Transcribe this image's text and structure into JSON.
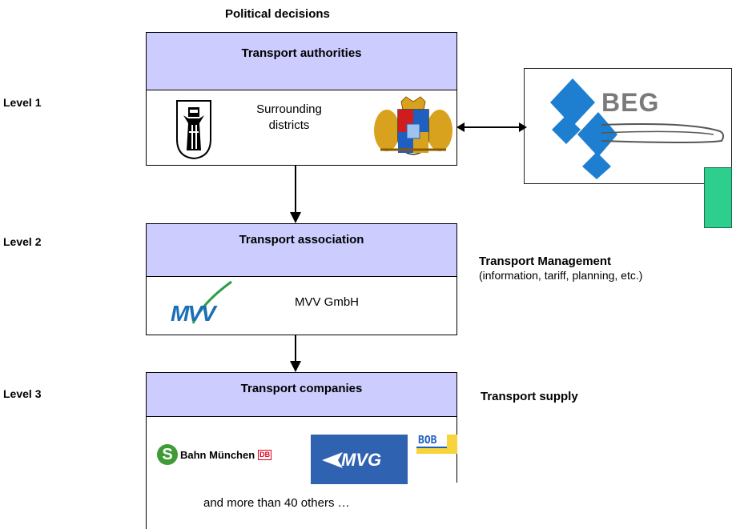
{
  "top_label": "Political decisions",
  "levels": {
    "level1": "Level 1",
    "level2": "Level 2",
    "level3": "Level 3"
  },
  "authorities": {
    "title": "Transport authorities",
    "districts_line1": "Surrounding",
    "districts_line2": "districts"
  },
  "beg": {
    "logo_text": "BEG"
  },
  "association": {
    "title": "Transport association",
    "logo_text": "MVV",
    "company": "MVV GmbH"
  },
  "management": {
    "title": "Transport Management",
    "subtitle": "(information, tariff, planning, etc.)"
  },
  "companies": {
    "title": "Transport companies",
    "sbahn_s": "S",
    "sbahn_text": "Bahn München",
    "sbahn_db": "DB",
    "mvg_text": "MVG",
    "bob_text": "BOB",
    "more": "and more than 40 others …"
  },
  "supply": {
    "title": "Transport supply"
  },
  "colors": {
    "header_fill": "#ccccff",
    "beg_blue": "#1e7fd1",
    "beg_green": "#2ecf8e",
    "mvv_blue": "#1a6fb5",
    "mvg_blue": "#2f62b0",
    "sbahn_green": "#3f9b35",
    "db_red": "#e2001a",
    "bob_yellow": "#f7d33c"
  }
}
